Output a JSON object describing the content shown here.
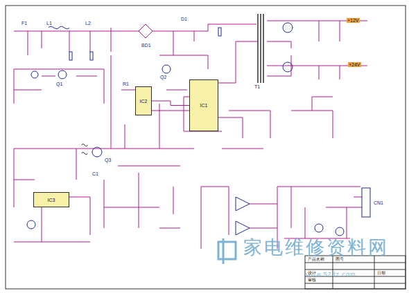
{
  "diagram": {
    "nodes": [
      {
        "text": [
          "IC2"
        ]
      },
      {
        "text": [
          "IC1"
        ]
      },
      {
        "text": [
          "IC3"
        ]
      }
    ],
    "edges": [
      {
        "from": 0,
        "to": 1,
        "arrow": "none"
      }
    ],
    "labels": [
      "家电维修资料网",
      "www.52dz.com",
      "+12V",
      "+24V",
      "T1",
      "BD1",
      "F1",
      "L1",
      "L2",
      "Q1",
      "Q2",
      "Q3",
      "D1",
      "R1",
      "C1",
      "CN1",
      "产品名称",
      "图号",
      "设计",
      "审核",
      "日期"
    ]
  }
}
